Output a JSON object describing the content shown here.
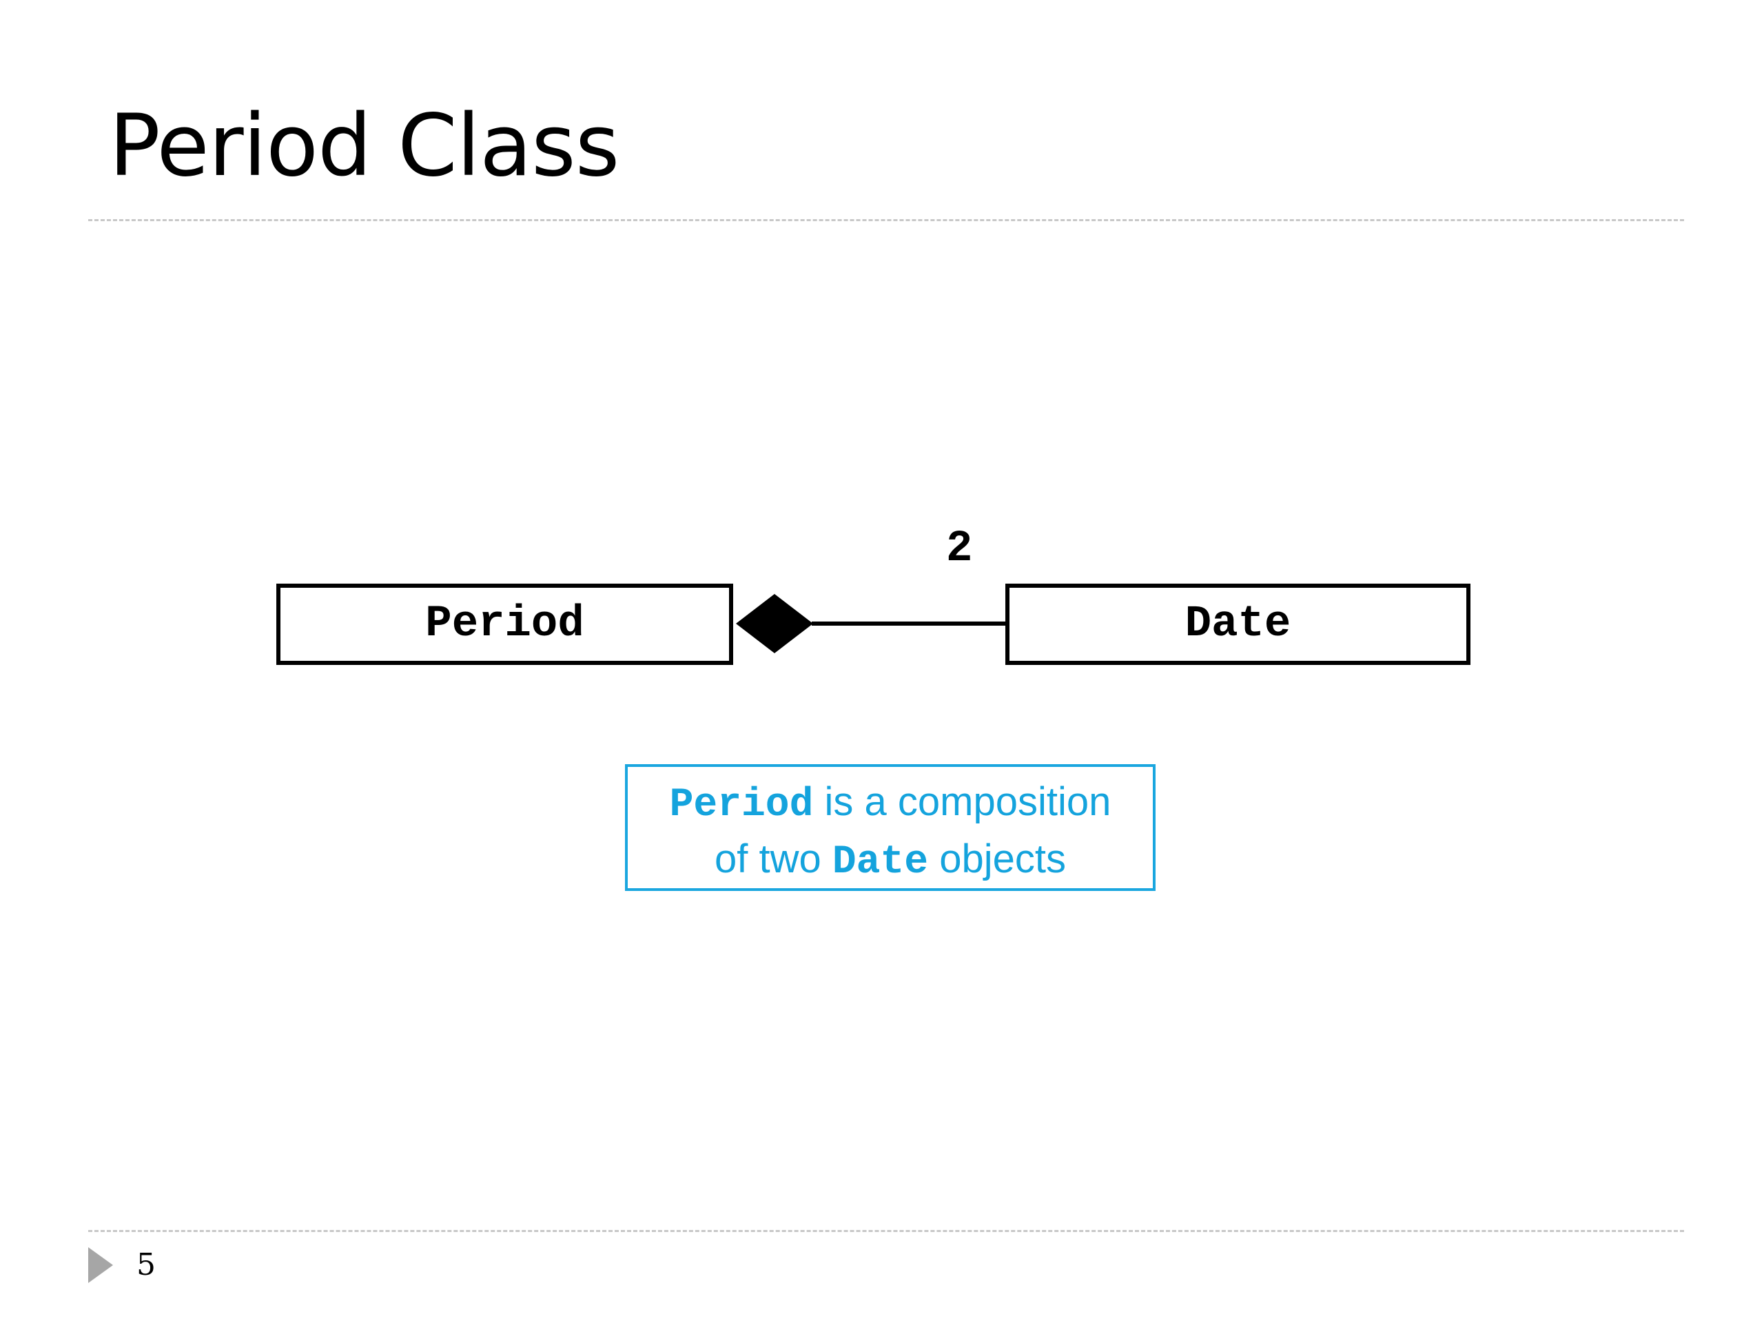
{
  "slide": {
    "title": "Period Class",
    "page_number": "5"
  },
  "diagram": {
    "type": "uml-composition",
    "whole_class": "Period",
    "part_class": "Date",
    "multiplicity": "2",
    "note": {
      "line1_code": "Period",
      "line1_text": " is a composition",
      "line2_text_before": "of two ",
      "line2_code": "Date",
      "line2_text_after": " objects"
    }
  },
  "colors": {
    "note": "#14a3dd",
    "ink": "#000000",
    "rule": "#c8c8c8",
    "footer_arrow": "#a6a6a6"
  },
  "icons": {
    "footer": "triangle-right-icon",
    "composition": "filled-diamond-icon"
  }
}
